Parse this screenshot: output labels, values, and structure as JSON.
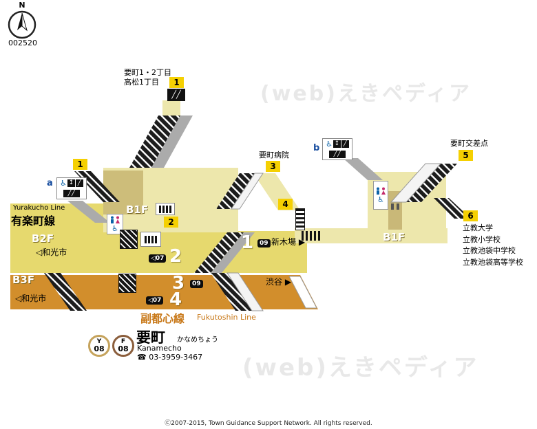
{
  "meta": {
    "compass": "N",
    "map_code": "002520",
    "watermark": "(web)えきペディア",
    "footer": "Ⓒ2007-2015, Town Guidance Support Network. All rights reserved."
  },
  "station": {
    "name_ja": "要町",
    "name_kana": "かなめちょう",
    "name_en": "Kanamecho",
    "phone": "☎ 03-3959-3467",
    "badges": [
      {
        "line": "Y",
        "number": "08",
        "color": "#C5A35C"
      },
      {
        "line": "F",
        "number": "08",
        "color": "#8B5E3C"
      }
    ]
  },
  "lines": {
    "yurakucho": {
      "en": "Yurakucho Line",
      "ja": "有楽町線",
      "color": "#E6D96E"
    },
    "fukutoshin": {
      "ja": "副都心線",
      "en": "Fukutoshin Line",
      "color": "#D28E2C"
    }
  },
  "floors": {
    "b1f_west": "B1F",
    "b1f_east": "B1F",
    "b2f": "B2F",
    "b3f": "B3F"
  },
  "exits": {
    "e1_top": {
      "num": "1",
      "line1": "要町1・2丁目",
      "line2": "高松1丁目"
    },
    "e1_west": {
      "num": "1"
    },
    "e2": {
      "num": "2"
    },
    "e3": {
      "num": "3",
      "label": "要町病院"
    },
    "e4": {
      "num": "4"
    },
    "e5": {
      "num": "5",
      "label": "要町交差点"
    },
    "e6": {
      "num": "6",
      "labels": [
        "立教大学",
        "立教小学校",
        "立教池袋中学校",
        "立教池袋高等学校"
      ]
    }
  },
  "entrances": {
    "a": "a",
    "b": "b"
  },
  "platforms": {
    "t1": {
      "num": "1",
      "tag": "09",
      "dest": "新木場 ▶"
    },
    "t2": {
      "num": "2",
      "tag": "◁07"
    },
    "t3": {
      "num": "3",
      "tag": "09",
      "dest": "渋谷 ▶"
    },
    "t4": {
      "num": "4",
      "tag": "◁07"
    }
  },
  "directions": {
    "wakoshi_y": "◁和光市",
    "wakoshi_f": "◁和光市"
  },
  "icons": {
    "wheelchair": "♿",
    "elevator": "↕",
    "escalator": "╱",
    "escalator_pair": "╱╱"
  }
}
